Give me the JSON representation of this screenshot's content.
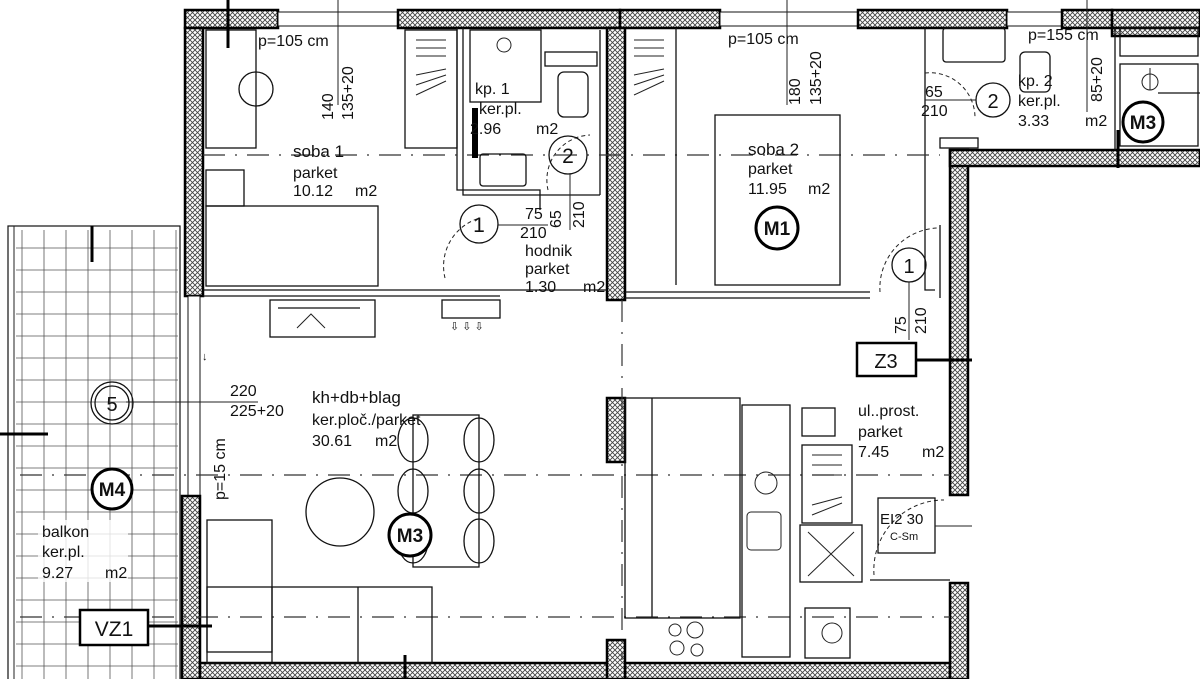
{
  "plan": {
    "rooms": {
      "soba1": {
        "name": "soba 1",
        "floor": "parket",
        "area": "10.12",
        "unit": "m2"
      },
      "kp1": {
        "name": "kp. 1",
        "floor": "ker.pl.",
        "area": "2.96",
        "unit": "m2"
      },
      "hodnik": {
        "name": "hodnik",
        "floor": "parket",
        "area": "1.30",
        "unit": "m2"
      },
      "soba2": {
        "name": "soba 2",
        "floor": "parket",
        "area": "11.95",
        "unit": "m2"
      },
      "kp2": {
        "name": "kp. 2",
        "floor": "ker.pl.",
        "area": "3.33",
        "unit": "m2"
      },
      "living": {
        "name": "kh+db+blag",
        "floor": "ker.ploč./parket",
        "area": "30.61",
        "unit": "m2"
      },
      "storage": {
        "name": "ul..prost.",
        "floor": "parket",
        "area": "7.45",
        "unit": "m2"
      },
      "balcony": {
        "name": "balkon",
        "floor": "ker.pl.",
        "area": "9.27",
        "unit": "m2"
      }
    },
    "parapets": {
      "soba1": "p=105 cm",
      "soba2": "p=105 cm",
      "kp2": "p=155 cm",
      "living": "p=15 cm"
    },
    "window_dims": {
      "soba1": {
        "width": "140",
        "height": "135+20"
      },
      "soba2": {
        "width": "180",
        "height": "135+20"
      },
      "kp2": {
        "height": "85+20"
      },
      "living": {
        "width": "220",
        "height": "225+20"
      }
    },
    "door_dims": {
      "hodnik": {
        "width": "75",
        "height": "210"
      },
      "kp1": {
        "width": "65",
        "height": "210"
      },
      "kp2": {
        "width": "65",
        "height": "210"
      },
      "soba2": {
        "width": "75",
        "height": "210"
      }
    },
    "door_markers": {
      "hodnik": "1",
      "kp1": "2",
      "kp2": "2",
      "soba2": "1",
      "balcony": "5"
    },
    "equipment_tags": {
      "soba2": "M1",
      "kp2": "M3",
      "living": "M3",
      "balcony": "M4"
    },
    "wall_tags": {
      "z3": "Z3",
      "vz1": "VZ1"
    },
    "fire_door": {
      "rating": "EI2 30",
      "type": "C-Sm"
    }
  }
}
